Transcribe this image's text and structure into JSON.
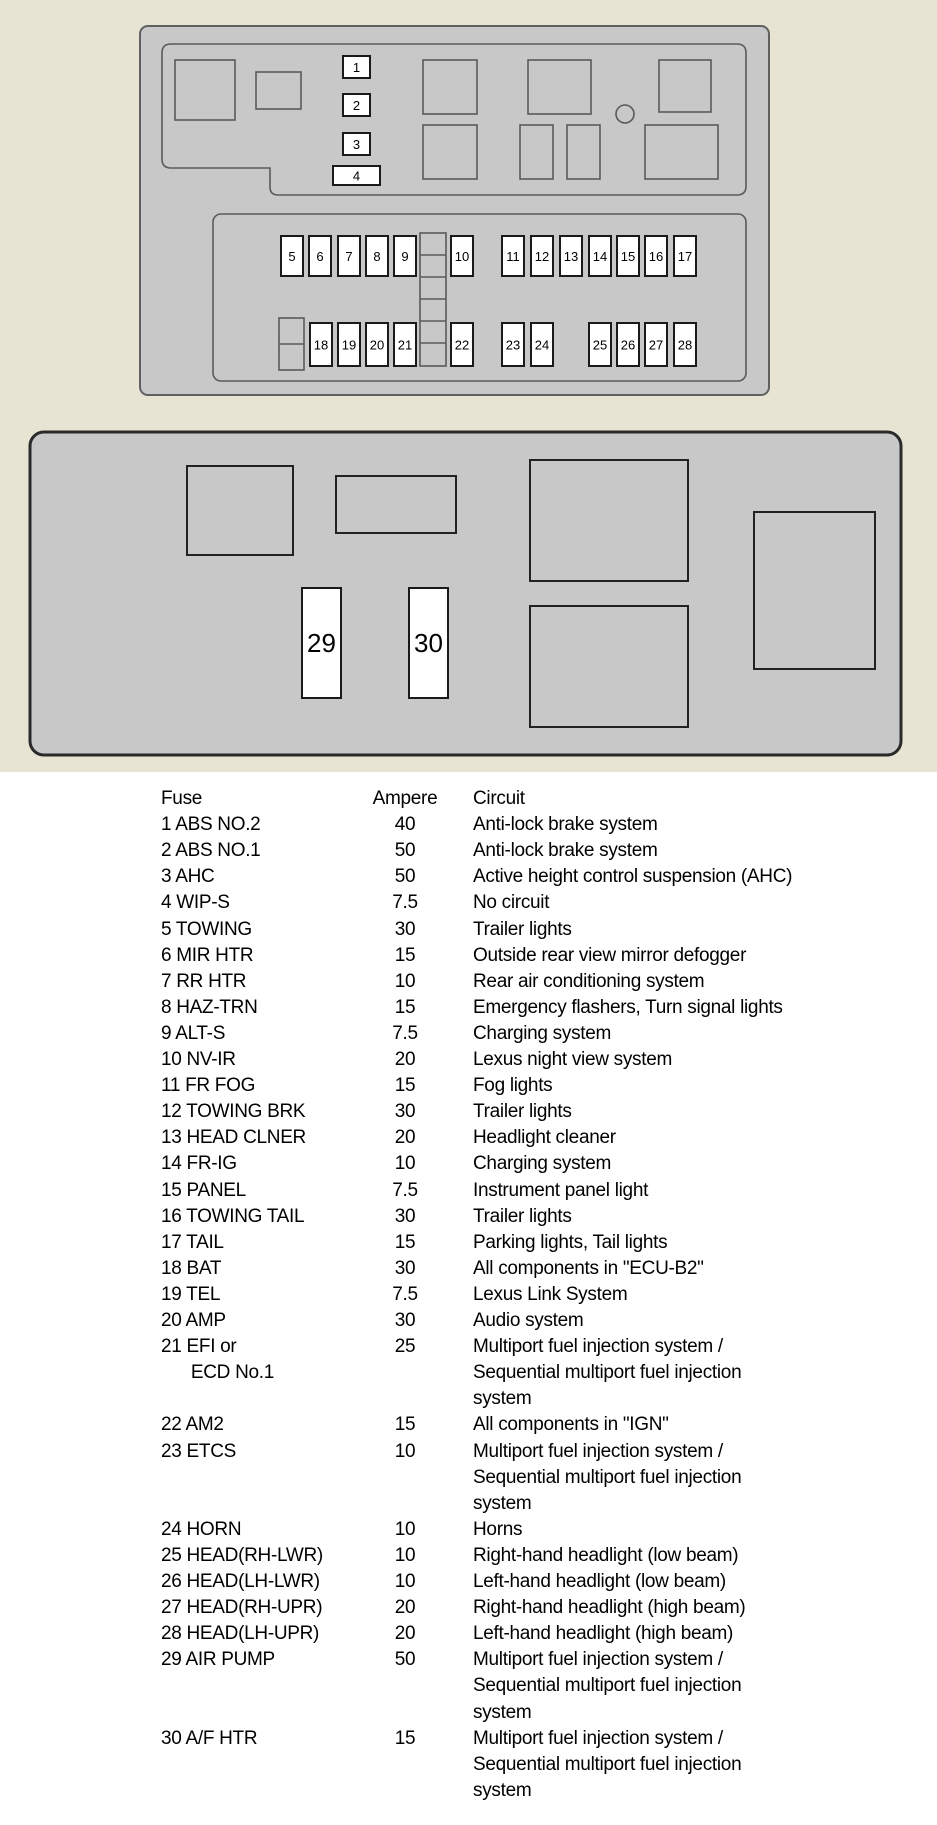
{
  "diagram": {
    "fuses_top": [
      {
        "num": "1"
      },
      {
        "num": "2"
      },
      {
        "num": "3"
      },
      {
        "num": "4"
      }
    ],
    "fuses_row1": [
      {
        "num": "5"
      },
      {
        "num": "6"
      },
      {
        "num": "7"
      },
      {
        "num": "8"
      },
      {
        "num": "9"
      },
      {
        "num": "10"
      },
      {
        "num": "11"
      },
      {
        "num": "12"
      },
      {
        "num": "13"
      },
      {
        "num": "14"
      },
      {
        "num": "15"
      },
      {
        "num": "16"
      },
      {
        "num": "17"
      }
    ],
    "fuses_row2": [
      {
        "num": "18"
      },
      {
        "num": "19"
      },
      {
        "num": "20"
      },
      {
        "num": "21"
      },
      {
        "num": "22"
      },
      {
        "num": "23"
      },
      {
        "num": "24"
      },
      {
        "num": "25"
      },
      {
        "num": "26"
      },
      {
        "num": "27"
      },
      {
        "num": "28"
      }
    ],
    "fuses_big": [
      {
        "num": "29"
      },
      {
        "num": "30"
      }
    ]
  },
  "table": {
    "headers": {
      "fuse": "Fuse",
      "ampere": "Ampere",
      "circuit": "Circuit"
    },
    "rows": [
      {
        "fuse": "1 ABS NO.2",
        "ampere": "40",
        "circuit": "Anti-lock brake system"
      },
      {
        "fuse": "2 ABS NO.1",
        "ampere": "50",
        "circuit": "Anti-lock brake system"
      },
      {
        "fuse": "3 AHC",
        "ampere": "50",
        "circuit": "Active height control suspension (AHC)"
      },
      {
        "fuse": "4 WIP-S",
        "ampere": "7.5",
        "circuit": "No circuit"
      },
      {
        "fuse": "5 TOWING",
        "ampere": "30",
        "circuit": "Trailer lights"
      },
      {
        "fuse": "6 MIR HTR",
        "ampere": "15",
        "circuit": "Outside rear view mirror defogger"
      },
      {
        "fuse": "7 RR HTR",
        "ampere": "10",
        "circuit": "Rear air conditioning system"
      },
      {
        "fuse": "8 HAZ-TRN",
        "ampere": "15",
        "circuit": "Emergency flashers, Turn signal lights"
      },
      {
        "fuse": "9 ALT-S",
        "ampere": "7.5",
        "circuit": "Charging system"
      },
      {
        "fuse": "10 NV-IR",
        "ampere": "20",
        "circuit": "Lexus night view system"
      },
      {
        "fuse": "11 FR FOG",
        "ampere": "15",
        "circuit": "Fog lights"
      },
      {
        "fuse": "12 TOWING BRK",
        "ampere": "30",
        "circuit": "Trailer lights"
      },
      {
        "fuse": "13 HEAD CLNER",
        "ampere": "20",
        "circuit": "Headlight cleaner"
      },
      {
        "fuse": "14 FR-IG",
        "ampere": "10",
        "circuit": "Charging system"
      },
      {
        "fuse": "15 PANEL",
        "ampere": "7.5",
        "circuit": "Instrument panel light"
      },
      {
        "fuse": "16 TOWING TAIL",
        "ampere": "30",
        "circuit": "Trailer lights"
      },
      {
        "fuse": "17 TAIL",
        "ampere": "15",
        "circuit": "Parking lights, Tail lights"
      },
      {
        "fuse": "18 BAT",
        "ampere": "30",
        "circuit": "All components in \"ECU-B2\""
      },
      {
        "fuse": "19 TEL",
        "ampere": "7.5",
        "circuit": "Lexus Link System"
      },
      {
        "fuse": "20 AMP",
        "ampere": "30",
        "circuit": "Audio system"
      },
      {
        "fuse": "21 EFI or",
        "ampere": "25",
        "circuit": "Multiport fuel injection system /"
      },
      {
        "fuse": "   ECD No.1",
        "ampere": "",
        "circuit": "Sequential multiport fuel injection"
      },
      {
        "fuse": "",
        "ampere": "",
        "circuit": "system"
      },
      {
        "fuse": "22 AM2",
        "ampere": "15",
        "circuit": "All components in \"IGN\""
      },
      {
        "fuse": "23 ETCS",
        "ampere": "10",
        "circuit": "Multiport fuel injection system /"
      },
      {
        "fuse": "",
        "ampere": "",
        "circuit": "Sequential multiport fuel injection"
      },
      {
        "fuse": "",
        "ampere": "",
        "circuit": "system"
      },
      {
        "fuse": "24 HORN",
        "ampere": "10",
        "circuit": "Horns"
      },
      {
        "fuse": "25 HEAD(RH-LWR)",
        "ampere": "10",
        "circuit": "Right-hand headlight (low beam)"
      },
      {
        "fuse": "26 HEAD(LH-LWR)",
        "ampere": "10",
        "circuit": "Left-hand headlight (low beam)"
      },
      {
        "fuse": "27 HEAD(RH-UPR)",
        "ampere": "20",
        "circuit": "Right-hand headlight (high beam)"
      },
      {
        "fuse": "28 HEAD(LH-UPR)",
        "ampere": "20",
        "circuit": "Left-hand headlight (high beam)"
      },
      {
        "fuse": "29 AIR PUMP",
        "ampere": "50",
        "circuit": "Multiport fuel injection system /"
      },
      {
        "fuse": "",
        "ampere": "",
        "circuit": "Sequential multiport fuel injection"
      },
      {
        "fuse": "",
        "ampere": "",
        "circuit": "system"
      },
      {
        "fuse": "30 A/F HTR",
        "ampere": "15",
        "circuit": "Multiport fuel injection system /"
      },
      {
        "fuse": "",
        "ampere": "",
        "circuit": "Sequential multiport fuel injection"
      },
      {
        "fuse": "",
        "ampere": "",
        "circuit": "system"
      }
    ]
  }
}
